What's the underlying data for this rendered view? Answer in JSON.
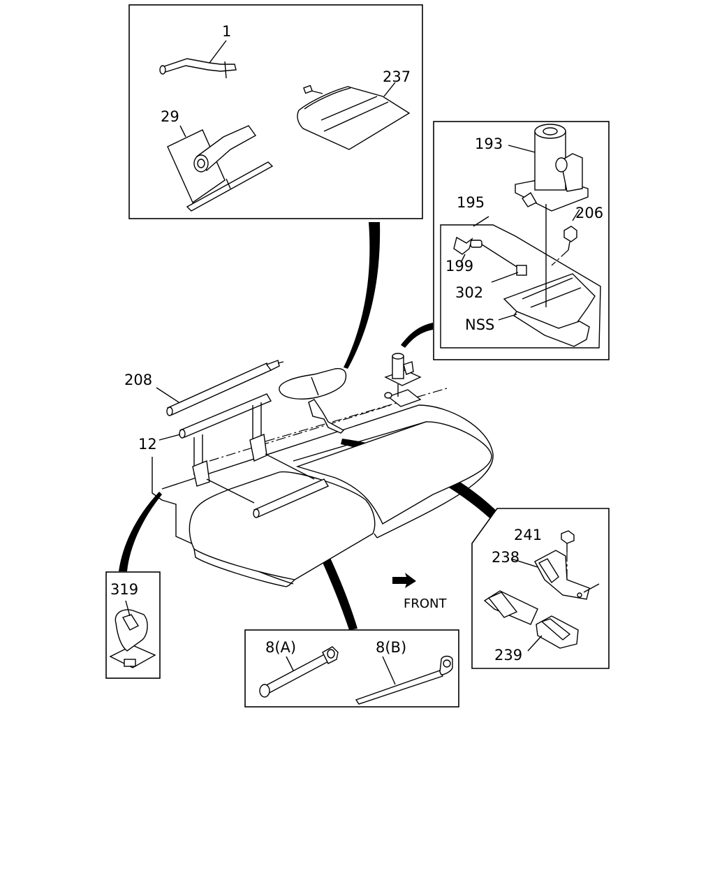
{
  "labels": {
    "p1": "1",
    "p237": "237",
    "p29": "29",
    "p193": "193",
    "p195": "195",
    "p206": "206",
    "p199": "199",
    "p302": "302",
    "nss": "NSS",
    "p208": "208",
    "p12": "12",
    "p319": "319",
    "p241": "241",
    "p238": "238",
    "p239": "239",
    "p8a": "8(A)",
    "p8b": "8(B)",
    "front": "FRONT"
  }
}
